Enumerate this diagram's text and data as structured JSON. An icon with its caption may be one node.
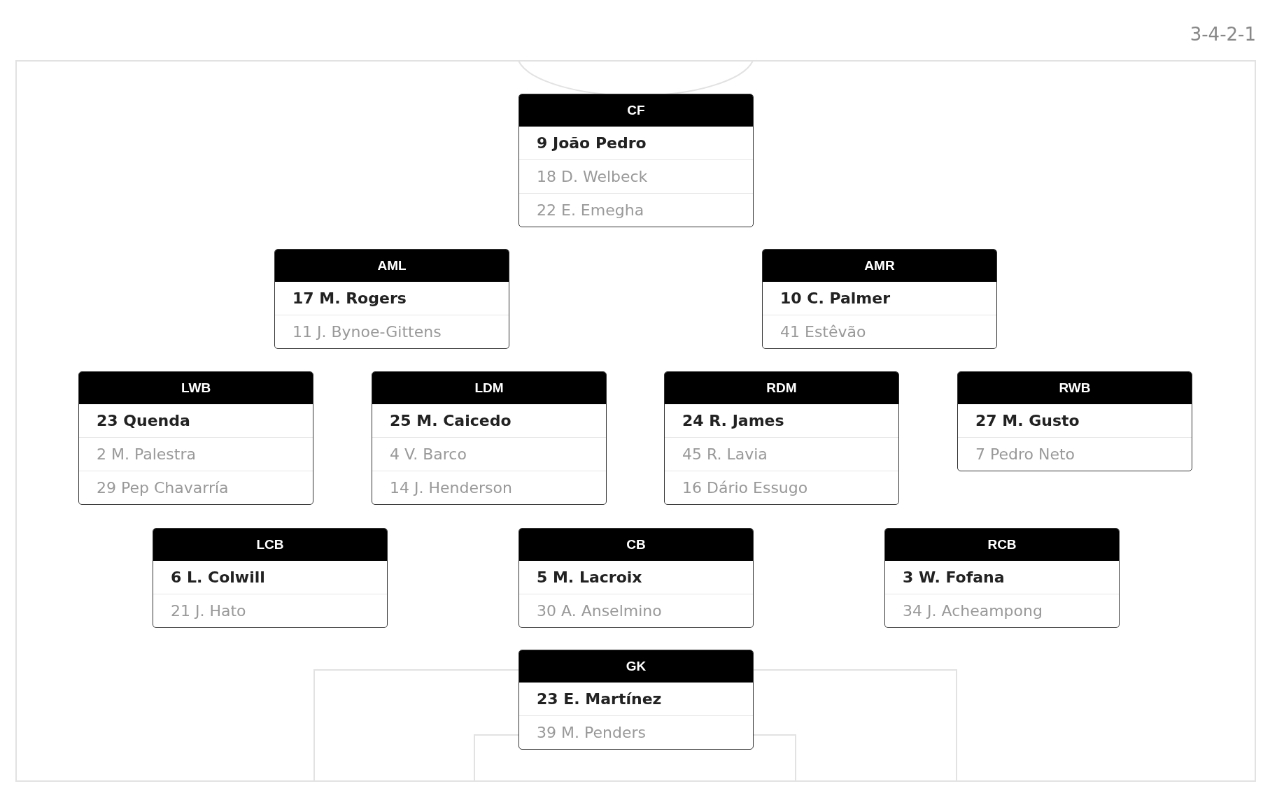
{
  "diagram": {
    "nodes": [
      {
        "text": [
          "CF",
          "9 João Pedro",
          "18 D. Welbeck",
          "22 E. Emegha"
        ]
      },
      {
        "text": [
          "AML",
          "17 M. Rogers",
          "11 J. Bynoe-Gittens"
        ]
      },
      {
        "text": [
          "AMR",
          "10 C. Palmer",
          "41 Estêvão"
        ]
      },
      {
        "text": [
          "LWB",
          "23 Quenda",
          "2 M. Palestra",
          "29 Pep Chavarría"
        ]
      },
      {
        "text": [
          "LDM",
          "25 M. Caicedo",
          "4 V. Barco",
          "14 J. Henderson"
        ]
      },
      {
        "text": [
          "RDM",
          "24 R. James",
          "45 R. Lavia",
          "16 Dário Essugo"
        ]
      },
      {
        "text": [
          "RWB",
          "27 M. Gusto",
          "7 Pedro Neto"
        ]
      },
      {
        "text": [
          "LCB",
          "6 L. Colwill",
          "21 J. Hato"
        ]
      },
      {
        "text": [
          "CB",
          "5 M. Lacroix",
          "30 A. Anselmino"
        ]
      },
      {
        "text": [
          "RCB",
          "3 W. Fofana",
          "34 J. Acheampong"
        ]
      },
      {
        "text": [
          "GK",
          "23 E. Martínez",
          "39 M. Penders"
        ]
      }
    ],
    "labels": [
      "3-4-2-1"
    ]
  }
}
